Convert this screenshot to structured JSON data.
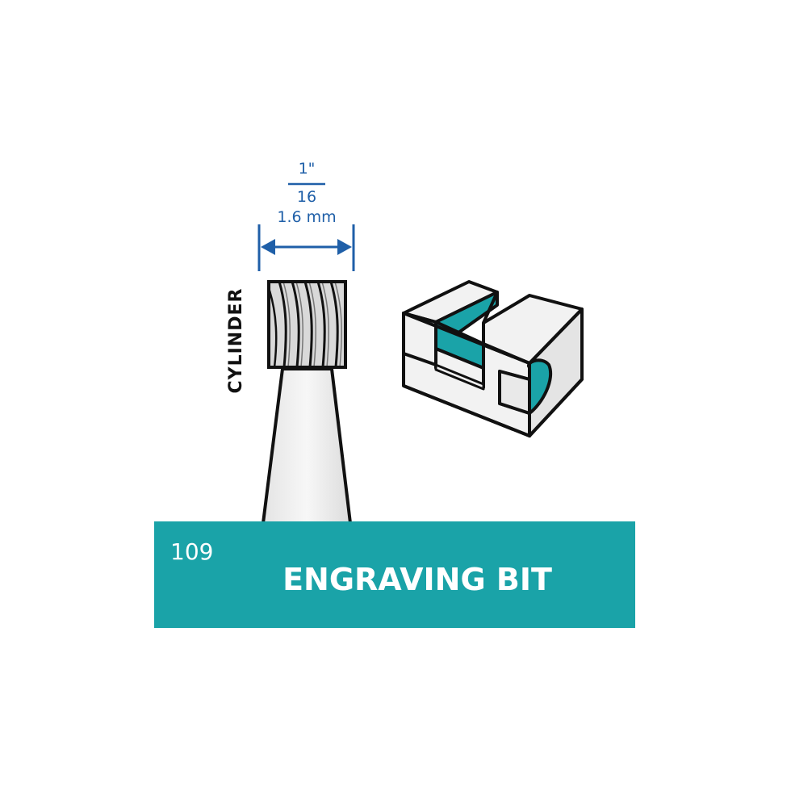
{
  "dimension": {
    "fraction_numerator": "1\"",
    "fraction_denominator": "16",
    "metric": "1.6 mm"
  },
  "shape_label": "CYLINDER",
  "banner": {
    "product_number": "109",
    "product_name": "ENGRAVING BIT"
  },
  "colors": {
    "accent_teal": "#1aa3a8",
    "dimension_blue": "#1f5fa8",
    "outline": "#111111",
    "block_face": "#f2f2f2"
  },
  "icons": [
    "cylinder-engraving-bit-icon",
    "engraved-block-icon",
    "dimension-arrow-icon"
  ]
}
